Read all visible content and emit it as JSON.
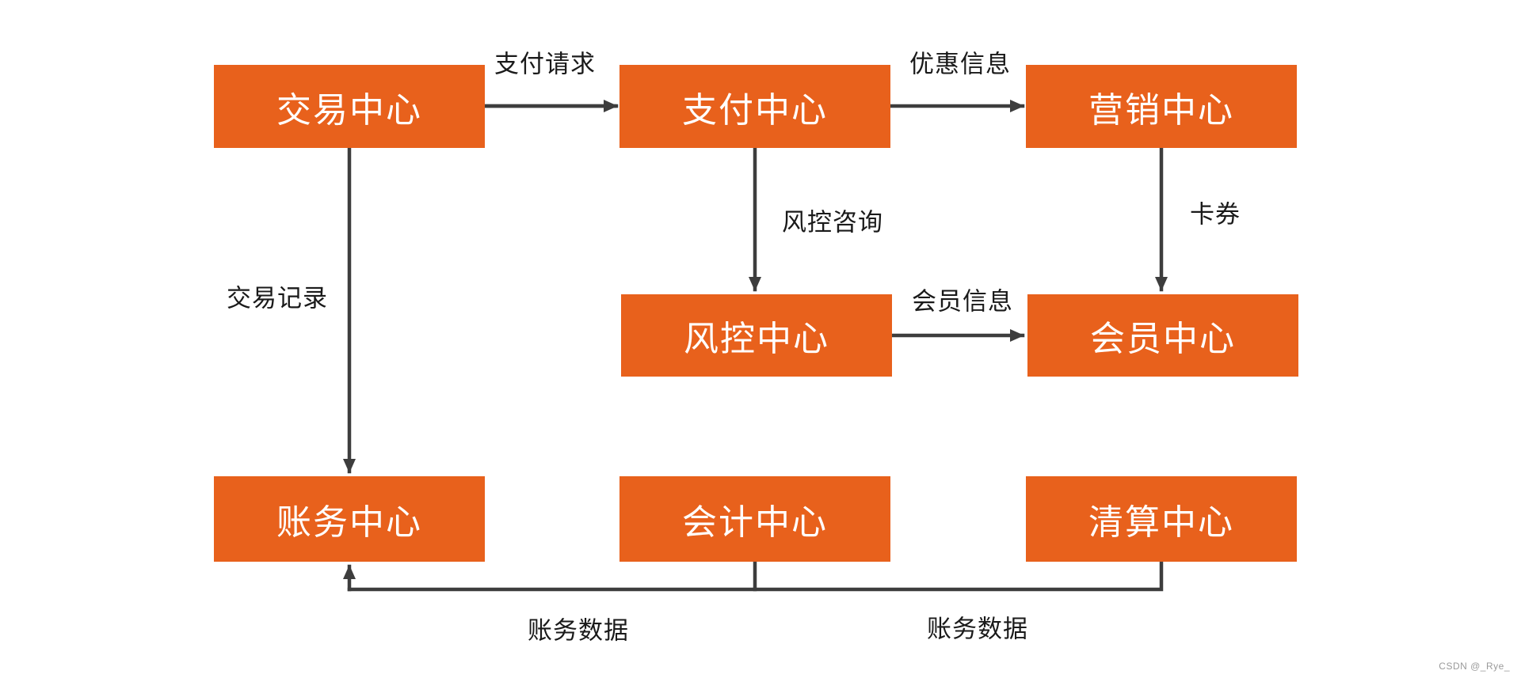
{
  "diagram": {
    "type": "flowchart",
    "nodes": [
      {
        "id": "trade-center",
        "label": "交易中心"
      },
      {
        "id": "payment-center",
        "label": "支付中心"
      },
      {
        "id": "marketing-center",
        "label": "营销中心"
      },
      {
        "id": "risk-center",
        "label": "风控中心"
      },
      {
        "id": "member-center",
        "label": "会员中心"
      },
      {
        "id": "account-center",
        "label": "账务中心"
      },
      {
        "id": "accounting-center",
        "label": "会计中心"
      },
      {
        "id": "clearing-center",
        "label": "清算中心"
      }
    ],
    "edges": [
      {
        "from": "交易中心",
        "to": "支付中心",
        "label": "支付请求"
      },
      {
        "from": "支付中心",
        "to": "营销中心",
        "label": "优惠信息"
      },
      {
        "from": "支付中心",
        "to": "风控中心",
        "label": "风控咨询"
      },
      {
        "from": "营销中心",
        "to": "会员中心",
        "label": "卡券"
      },
      {
        "from": "风控中心",
        "to": "会员中心",
        "label": "会员信息"
      },
      {
        "from": "交易中心",
        "to": "账务中心",
        "label": "交易记录"
      },
      {
        "from": "会计中心",
        "to": "账务中心",
        "label": "账务数据"
      },
      {
        "from": "清算中心",
        "to": "账务中心",
        "label": "账务数据"
      }
    ],
    "watermark": "CSDN @_Rye_"
  },
  "colors": {
    "node_fill": "#E8611C",
    "node_text": "#FFFFFF",
    "edge_line": "#3D3D3D",
    "edge_text": "#1A1A1A",
    "background": "#FFFFFF"
  }
}
